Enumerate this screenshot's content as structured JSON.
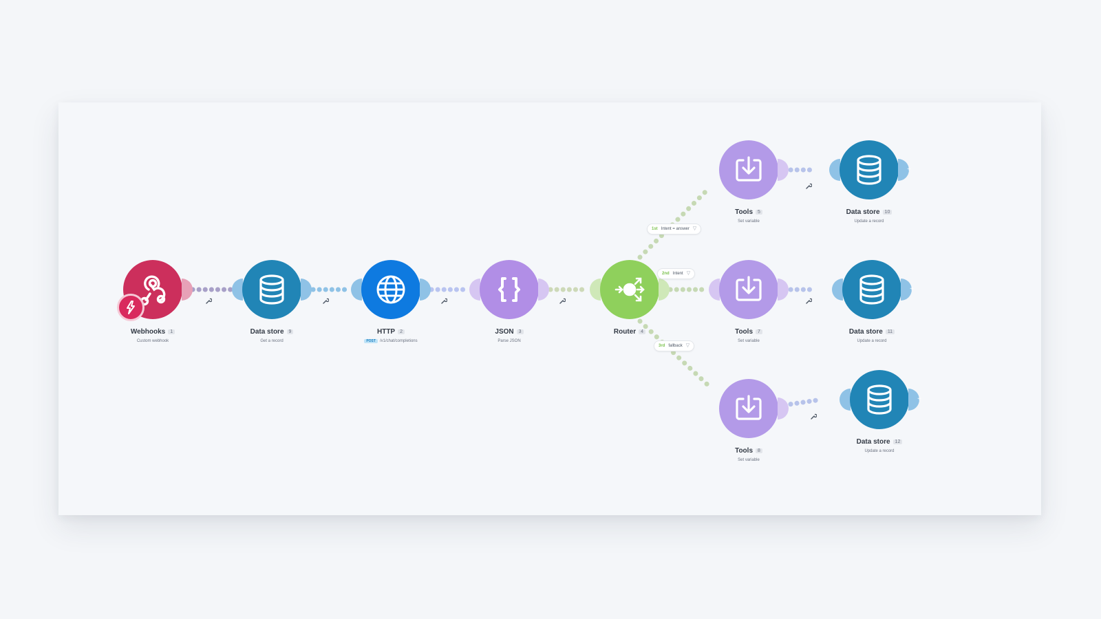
{
  "colors": {
    "webhooks": "#cc2f5c",
    "datastore": "#2185b6",
    "http": "#0e7ae0",
    "json": "#b18ee6",
    "router": "#8fd05c",
    "tools": "#b39ae8"
  },
  "modules": {
    "webhooks": {
      "name": "Webhooks",
      "num": "1",
      "sub": "Custom webhook",
      "icon": "webhook-icon"
    },
    "datastore_get": {
      "name": "Data store",
      "num": "9",
      "sub": "Get a record",
      "icon": "database-icon"
    },
    "http": {
      "name": "HTTP",
      "num": "2",
      "badge": "POST",
      "sub": "/v1/chat/completions",
      "icon": "globe-icon"
    },
    "json": {
      "name": "JSON",
      "num": "3",
      "sub": "Parse JSON",
      "icon": "json-braces-icon"
    },
    "router": {
      "name": "Router",
      "num": "4",
      "icon": "router-icon"
    },
    "tools_a": {
      "name": "Tools",
      "num": "5",
      "sub": "Set variable",
      "icon": "download-icon"
    },
    "tools_b": {
      "name": "Tools",
      "num": "7",
      "sub": "Set variable",
      "icon": "download-icon"
    },
    "tools_c": {
      "name": "Tools",
      "num": "8",
      "sub": "Set variable",
      "icon": "download-icon"
    },
    "store_a": {
      "name": "Data store",
      "num": "10",
      "sub": "Update a record",
      "icon": "database-icon"
    },
    "store_b": {
      "name": "Data store",
      "num": "11",
      "sub": "Update a record",
      "icon": "database-icon"
    },
    "store_c": {
      "name": "Data store",
      "num": "12",
      "sub": "Update a record",
      "icon": "database-icon"
    }
  },
  "filters": {
    "route1": {
      "ord": "1st",
      "label": "Intent = answer"
    },
    "route2": {
      "ord": "2nd",
      "label": "Intent"
    },
    "route3": {
      "ord": "3rd",
      "label": "fallback"
    }
  },
  "trigger_icon": "lightning-icon",
  "settings_icon": "wrench-icon",
  "add_icon": "+"
}
